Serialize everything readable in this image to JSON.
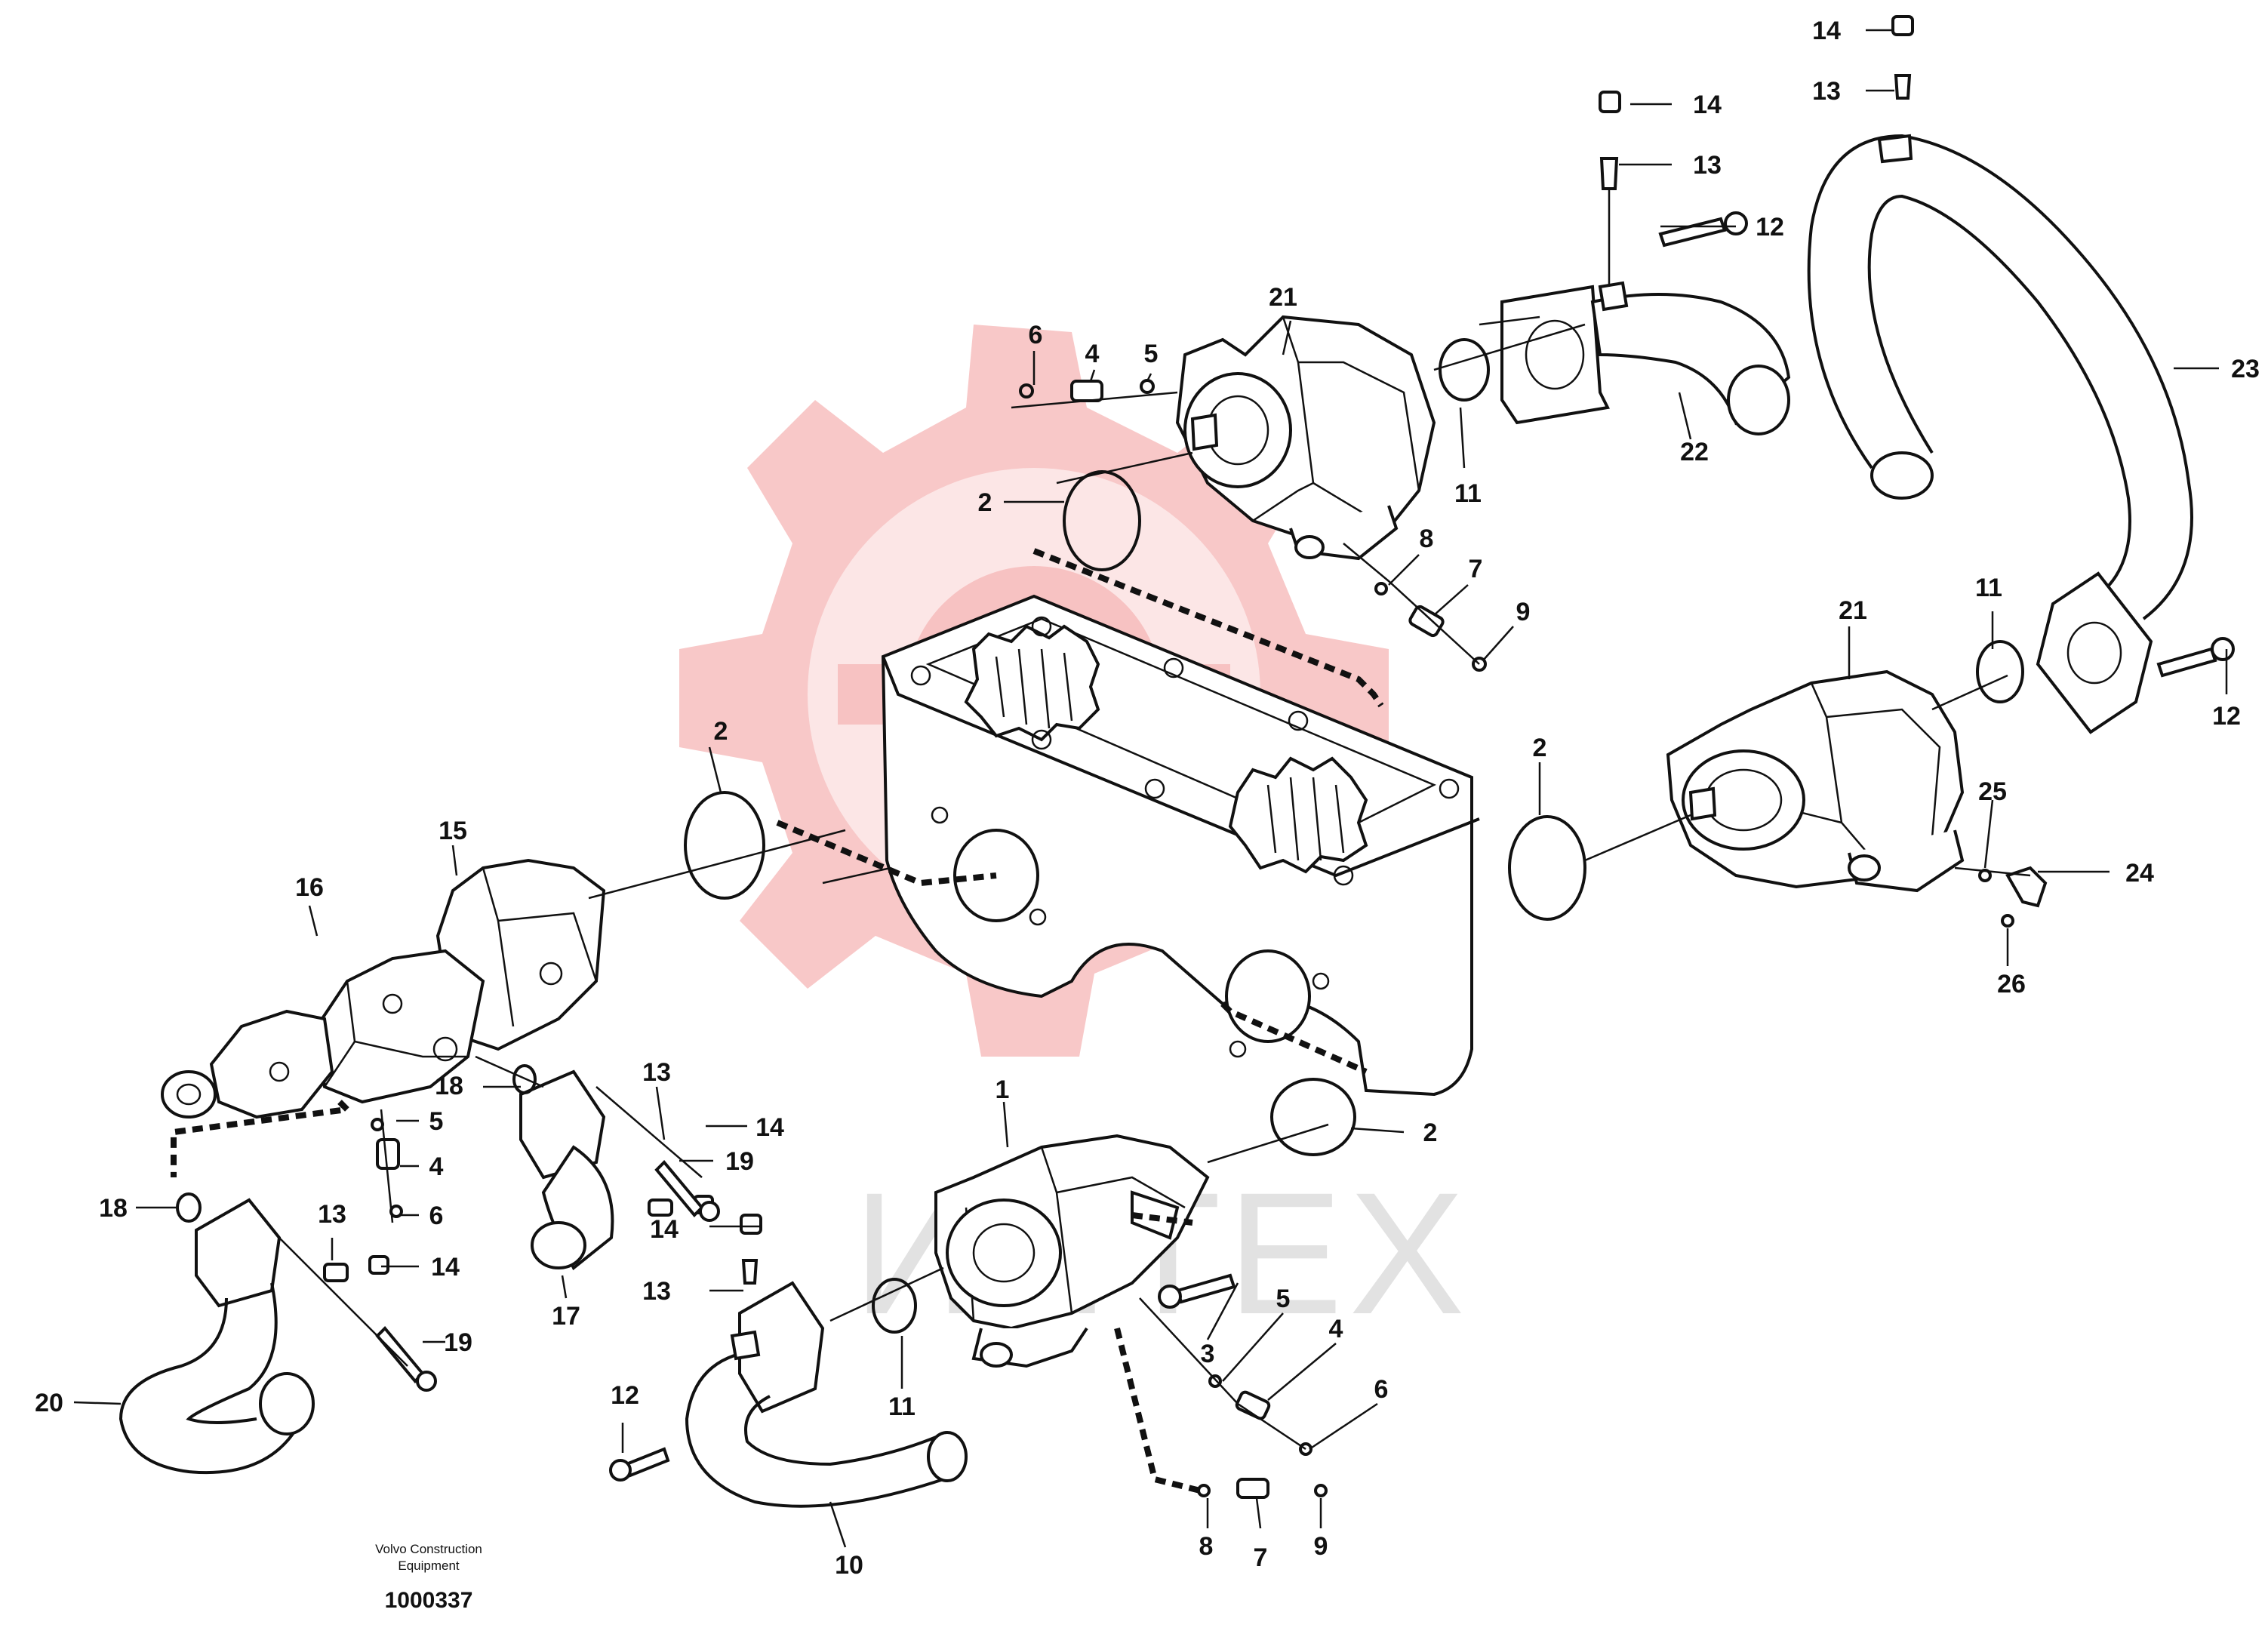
{
  "callouts": {
    "c1": "1",
    "c2a": "2",
    "c2b": "2",
    "c2c": "2",
    "c2d": "2",
    "c3": "3",
    "c4a": "4",
    "c4b": "4",
    "c4c": "4",
    "c5a": "5",
    "c5b": "5",
    "c5c": "5",
    "c6a": "6",
    "c6b": "6",
    "c6c": "6",
    "c7a": "7",
    "c7b": "7",
    "c8a": "8",
    "c8b": "8",
    "c9a": "9",
    "c9b": "9",
    "c10": "10",
    "c11a": "11",
    "c11b": "11",
    "c11c": "11",
    "c12a": "12",
    "c12b": "12",
    "c12c": "12",
    "c13a": "13",
    "c13b": "13",
    "c13c": "13",
    "c13d": "13",
    "c13e": "13",
    "c14a": "14",
    "c14b": "14",
    "c14c": "14",
    "c14d": "14",
    "c14e": "14",
    "c15": "15",
    "c16": "16",
    "c17": "17",
    "c18a": "18",
    "c18b": "18",
    "c19a": "19",
    "c19b": "19",
    "c20": "20",
    "c21a": "21",
    "c21b": "21",
    "c22": "22",
    "c23": "23",
    "c24": "24",
    "c25": "25",
    "c26": "26"
  },
  "caption": {
    "line1": "Volvo Construction",
    "line2": "Equipment",
    "doc_number": "1000337"
  },
  "watermark": {
    "text": "ИНТЕХ",
    "logo_color": "#f6b5b5"
  }
}
